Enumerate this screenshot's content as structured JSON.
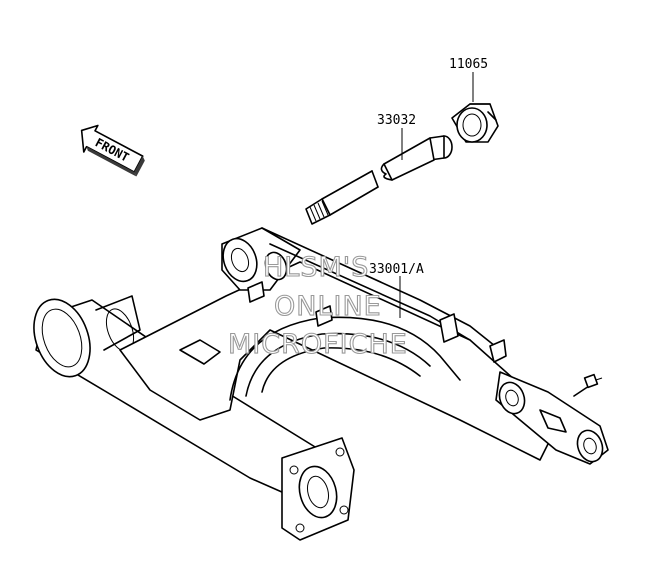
{
  "labels": {
    "part1": "11065",
    "part2": "33032",
    "part3": "33001/A"
  },
  "front_arrow": "FRONT",
  "watermark": {
    "line1": "HLSM'S",
    "line2": "ONLINE",
    "line3": "MICROFICHE"
  }
}
